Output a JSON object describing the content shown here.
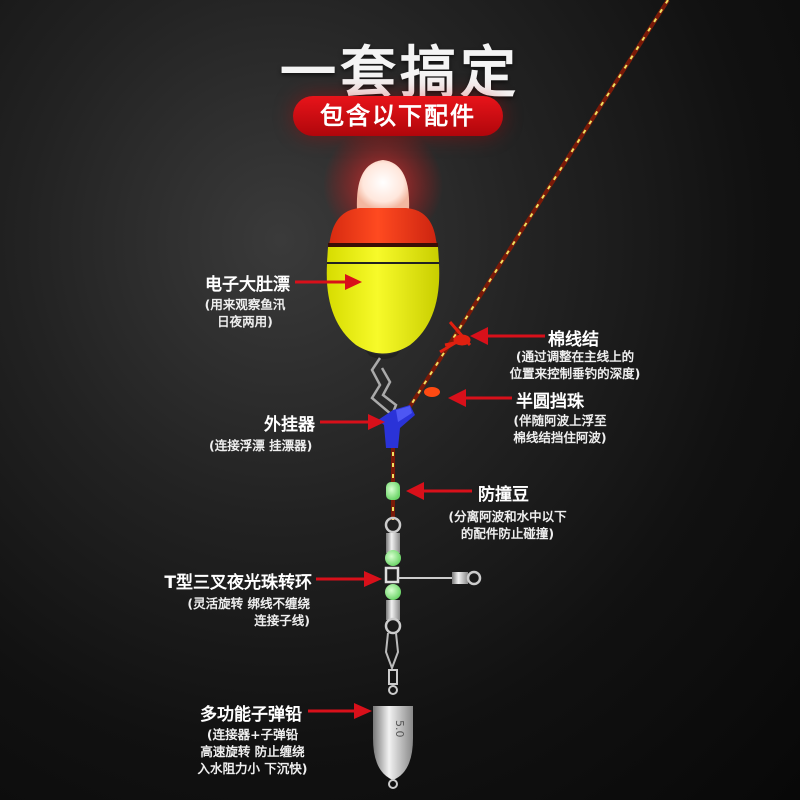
{
  "header": {
    "title": "一套搞定",
    "subtitle_badge": "包含以下配件"
  },
  "colors": {
    "badge_red": "#d40d12",
    "arrow_red": "#d8101a",
    "float_yellow": "#f2f51a",
    "float_red": "#f03b1a",
    "bead_green": "#8ee88a",
    "connector_blue": "#2a33d8"
  },
  "parts": [
    {
      "id": "float",
      "name": "电子大肚漂",
      "desc": "(用来观察鱼汛\n日夜两用)"
    },
    {
      "id": "knot",
      "name": "棉线结",
      "desc": "(通过调整在主线上的\n位置来控制垂钓的深度)"
    },
    {
      "id": "half_bead",
      "name": "半圆挡珠",
      "desc": "(伴随阿波上浮至\n棉线结挡住阿波)"
    },
    {
      "id": "hanger",
      "name": "外挂器",
      "desc": "(连接浮漂 挂漂器)"
    },
    {
      "id": "bumper_bead",
      "name": "防撞豆",
      "desc": "(分离阿波和水中以下\n的配件防止碰撞)"
    },
    {
      "id": "swivel",
      "name": "T型三叉夜光珠转环",
      "desc": "(灵活旋转 绑线不缠绕\n连接子线)"
    },
    {
      "id": "sinker",
      "name": "多功能子弹铅",
      "desc": "(连接器+子弹铅\n高速旋转 防止缠绕\n入水阻力小 下沉快)"
    }
  ],
  "sinker_mark": "5.0"
}
